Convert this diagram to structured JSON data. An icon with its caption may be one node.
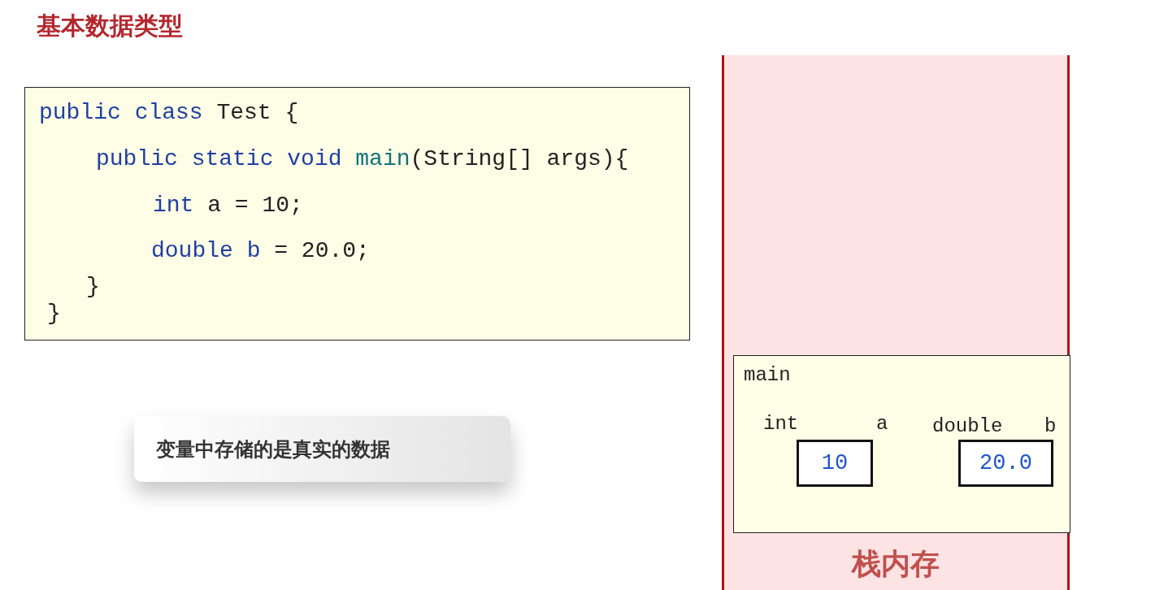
{
  "diagram": {
    "title": "基本数据类型",
    "nodes": [
      {
        "text": [
          "public class Test {",
          "public static void main(String[] args){",
          "int a = 10;",
          "double b = 20.0;",
          "}",
          "}"
        ]
      },
      {
        "text": [
          "变量中存储的是真实的数据"
        ]
      },
      {
        "text": [
          "栈内存"
        ]
      },
      {
        "text": [
          "main"
        ],
        "in": 2
      },
      {
        "text": [
          "10"
        ],
        "beside": [
          "int",
          "a"
        ],
        "in": 3
      },
      {
        "text": [
          "20.0"
        ],
        "beside": [
          "double",
          "b"
        ],
        "in": 3
      }
    ],
    "edges": []
  }
}
